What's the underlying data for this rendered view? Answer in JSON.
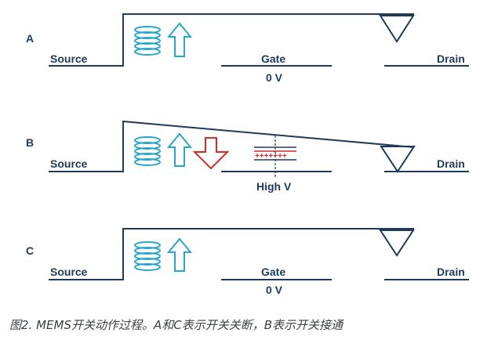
{
  "panels": [
    {
      "id": "A",
      "source": "Source",
      "gate": "Gate",
      "gate_value": "0 V",
      "drain": "Drain"
    },
    {
      "id": "B",
      "source": "Source",
      "gate_value": "High V",
      "drain": "Drain",
      "charges": "+++++++"
    },
    {
      "id": "C",
      "source": "Source",
      "gate": "Gate",
      "gate_value": "0 V",
      "drain": "Drain"
    }
  ],
  "caption": "图2. MEMS开关动作过程。A和C表示开关关断，B表示开关接通",
  "colors": {
    "structure": "#1f3a5a",
    "spring": "#2aa6c8",
    "force": "#d42a2a"
  }
}
